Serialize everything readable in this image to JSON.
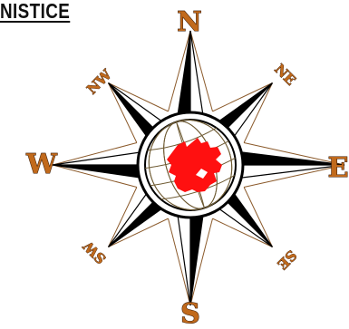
{
  "heading": {
    "text": "NISTICE"
  },
  "compass": {
    "labels": {
      "n": "N",
      "s": "S",
      "e": "E",
      "w": "W",
      "ne": "NE",
      "nw": "NW",
      "se": "SE",
      "sw": "SW"
    },
    "colors": {
      "arm_dark": "#000000",
      "arm_light": "#ffffff",
      "label_fill": "#c16a1c",
      "label_outline": "#3a1a05",
      "thin_lines": "#8b5a2b",
      "globe_lines": "#6e5a32",
      "land": "#ff1010"
    }
  }
}
